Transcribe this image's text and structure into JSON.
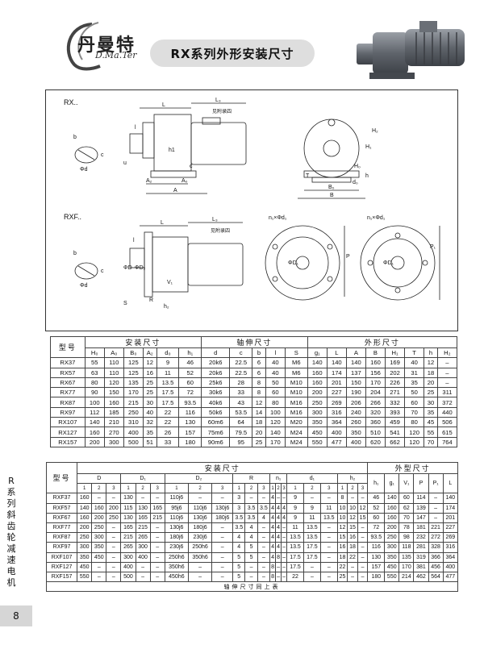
{
  "brand": {
    "name": "丹曼特",
    "sub": "D.Ma.Ter"
  },
  "title": "RX系列外形安装尺寸",
  "side_label": "R系列斜齿轮减速电机",
  "page_number": "8",
  "drawing": {
    "rx_label": "RX..",
    "rxf_label": "RXF..",
    "motor_note": "见附录四",
    "labels": {
      "L": "L",
      "L3": "L₃",
      "l": "l",
      "b": "b",
      "c": "c",
      "d": "Φd",
      "A": "A",
      "A0": "A₀",
      "A2": "A₂",
      "h1": "h1",
      "H1": "H₁",
      "H2": "H₂",
      "H0": "H₀",
      "B": "B",
      "B0": "B₀",
      "T": "T",
      "d0": "d₀",
      "h": "h",
      "u": "u",
      "n1d1": "n₁×Φd₁",
      "D": "ΦD",
      "D1": "ΦD₁",
      "D2": "ΦD₂",
      "P": "P",
      "P1": "P₁",
      "V1": "V₁",
      "S": "S",
      "R": "R",
      "h2": "h₂"
    }
  },
  "table1": {
    "model_label": "型号",
    "groups": [
      "安装尺寸",
      "轴伸尺寸",
      "外形尺寸"
    ],
    "columns": [
      "H₀",
      "A₀",
      "B₀",
      "A₂",
      "d₀",
      "h₁",
      "d",
      "c",
      "b",
      "l",
      "S",
      "g₁",
      "L",
      "A",
      "B",
      "H₁",
      "T",
      "h",
      "H₂"
    ],
    "rows": [
      [
        "RX37",
        "55",
        "110",
        "125",
        "12",
        "9",
        "46",
        "20k6",
        "22.5",
        "6",
        "40",
        "M6",
        "140",
        "140",
        "140",
        "160",
        "169",
        "40",
        "12",
        "–"
      ],
      [
        "RX57",
        "63",
        "110",
        "125",
        "16",
        "11",
        "52",
        "20k6",
        "22.5",
        "6",
        "40",
        "M6",
        "160",
        "174",
        "137",
        "156",
        "202",
        "31",
        "18",
        "–"
      ],
      [
        "RX67",
        "80",
        "120",
        "135",
        "25",
        "13.5",
        "60",
        "25k6",
        "28",
        "8",
        "50",
        "M10",
        "160",
        "201",
        "150",
        "170",
        "226",
        "35",
        "20",
        "–"
      ],
      [
        "RX77",
        "90",
        "150",
        "170",
        "25",
        "17.5",
        "72",
        "30k6",
        "33",
        "8",
        "60",
        "M10",
        "200",
        "227",
        "190",
        "204",
        "271",
        "50",
        "25",
        "311"
      ],
      [
        "RX87",
        "100",
        "160",
        "215",
        "30",
        "17.5",
        "93.5",
        "40k6",
        "43",
        "12",
        "80",
        "M16",
        "250",
        "269",
        "206",
        "266",
        "332",
        "60",
        "30",
        "372"
      ],
      [
        "RX97",
        "112",
        "185",
        "250",
        "40",
        "22",
        "116",
        "50k6",
        "53.5",
        "14",
        "100",
        "M16",
        "300",
        "316",
        "240",
        "320",
        "393",
        "70",
        "35",
        "440"
      ],
      [
        "RX107",
        "140",
        "210",
        "310",
        "32",
        "22",
        "130",
        "60m6",
        "64",
        "18",
        "120",
        "M20",
        "350",
        "364",
        "260",
        "360",
        "459",
        "80",
        "45",
        "506"
      ],
      [
        "RX127",
        "160",
        "270",
        "400",
        "35",
        "26",
        "157",
        "75m6",
        "79.5",
        "20",
        "140",
        "M24",
        "450",
        "400",
        "350",
        "510",
        "541",
        "120",
        "55",
        "615"
      ],
      [
        "RX157",
        "200",
        "300",
        "500",
        "51",
        "33",
        "180",
        "90m6",
        "95",
        "25",
        "170",
        "M24",
        "550",
        "477",
        "400",
        "620",
        "662",
        "120",
        "70",
        "764"
      ]
    ]
  },
  "table2": {
    "model_label": "型号",
    "group_install": "安装尺寸",
    "group_outline": "外型尺寸",
    "sub_groups": [
      "D",
      "D₁",
      "D₂",
      "R",
      "n₁",
      "d₁",
      "h₂"
    ],
    "outline_columns": [
      "h₁",
      "g₁",
      "V₁",
      "P",
      "P₁",
      "L"
    ],
    "series_nums": [
      "1",
      "2",
      "3"
    ],
    "footer": "轴伸尺寸同上表",
    "rows": [
      [
        "RXF37",
        "160",
        "–",
        "–",
        "130",
        "–",
        "–",
        "110j6",
        "–",
        "–",
        "3",
        "–",
        "–",
        "4",
        "–",
        "–",
        "9",
        "–",
        "–",
        "8",
        "–",
        "–",
        "46",
        "140",
        "60",
        "114",
        "–",
        "140"
      ],
      [
        "RXF57",
        "140",
        "160",
        "200",
        "115",
        "130",
        "165",
        "95j6",
        "110j6",
        "130j6",
        "3",
        "3.5",
        "3.5",
        "4",
        "4",
        "4",
        "9",
        "9",
        "11",
        "10",
        "10",
        "12",
        "52",
        "160",
        "62",
        "139",
        "–",
        "174"
      ],
      [
        "RXF67",
        "160",
        "200",
        "250",
        "130",
        "165",
        "215",
        "110j6",
        "130j6",
        "180j6",
        "3.5",
        "3.5",
        "4",
        "4",
        "4",
        "4",
        "9",
        "11",
        "13.5",
        "10",
        "12",
        "15",
        "60",
        "160",
        "70",
        "147",
        "–",
        "201"
      ],
      [
        "RXF77",
        "200",
        "250",
        "–",
        "165",
        "215",
        "–",
        "130j6",
        "180j6",
        "–",
        "3.5",
        "4",
        "–",
        "4",
        "4",
        "–",
        "11",
        "13.5",
        "–",
        "12",
        "15",
        "–",
        "72",
        "200",
        "78",
        "181",
        "221",
        "227"
      ],
      [
        "RXF87",
        "250",
        "300",
        "–",
        "215",
        "265",
        "–",
        "180j6",
        "230j6",
        "–",
        "4",
        "4",
        "–",
        "4",
        "4",
        "–",
        "13.5",
        "13.5",
        "–",
        "15",
        "16",
        "–",
        "93.5",
        "250",
        "98",
        "232",
        "272",
        "269"
      ],
      [
        "RXF97",
        "300",
        "350",
        "–",
        "265",
        "300",
        "–",
        "230j6",
        "250h6",
        "–",
        "4",
        "5",
        "–",
        "4",
        "4",
        "–",
        "13.5",
        "17.5",
        "–",
        "16",
        "18",
        "–",
        "116",
        "300",
        "118",
        "281",
        "328",
        "316"
      ],
      [
        "RXF107",
        "350",
        "450",
        "–",
        "300",
        "400",
        "–",
        "250h6",
        "350h6",
        "–",
        "5",
        "5",
        "–",
        "4",
        "8",
        "–",
        "17.5",
        "17.5",
        "–",
        "18",
        "22",
        "–",
        "130",
        "350",
        "135",
        "319",
        "366",
        "364"
      ],
      [
        "RXF127",
        "450",
        "–",
        "–",
        "400",
        "–",
        "–",
        "350h6",
        "–",
        "–",
        "5",
        "–",
        "–",
        "8",
        "–",
        "–",
        "17.5",
        "–",
        "–",
        "22",
        "–",
        "–",
        "157",
        "450",
        "170",
        "381",
        "456",
        "400"
      ],
      [
        "RXF157",
        "550",
        "–",
        "–",
        "500",
        "–",
        "–",
        "450h6",
        "–",
        "–",
        "5",
        "–",
        "–",
        "8",
        "–",
        "–",
        "22",
        "–",
        "–",
        "25",
        "–",
        "–",
        "180",
        "550",
        "214",
        "462",
        "564",
        "477"
      ]
    ]
  }
}
